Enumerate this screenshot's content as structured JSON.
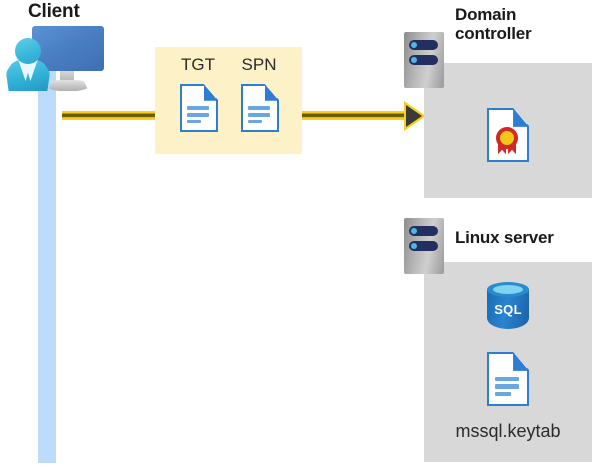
{
  "diagram": {
    "title": "Kerberos authentication flow: Client to Domain controller and Linux server",
    "colors": {
      "token_box_bg": "#fdf2c7",
      "panel_bg": "#d8d8d8",
      "arrow_yellow": "#f7cf1e",
      "arrow_core": "#6b5a06",
      "lifeline_blue": "#bddbfb",
      "doc_blue": "#2d7dd2",
      "monitor_blue": "#4a7fc4",
      "person_cyan": "#32b2d8",
      "sql_blue": "#2a84cf",
      "cert_red": "#cf2a27",
      "cert_gold": "#f5c61a",
      "server_navy": "#232f5e",
      "server_led": "#4fb6ea"
    }
  },
  "client": {
    "title": "Client",
    "icon": "user-monitor-icon",
    "lifeline": "client-lifeline"
  },
  "message": {
    "tokens": [
      {
        "label": "TGT",
        "icon": "document-icon"
      },
      {
        "label": "SPN",
        "icon": "document-icon"
      }
    ],
    "arrow": {
      "direction": "right",
      "from": "client",
      "to": "domain-controller",
      "icon": "arrow-right-icon"
    }
  },
  "domain_controller": {
    "title": "Domain controller",
    "server_icon": "server-rack-icon",
    "contents": [
      {
        "label": "",
        "icon": "certificate-icon"
      }
    ]
  },
  "linux_server": {
    "title": "Linux server",
    "server_icon": "server-rack-icon",
    "contents": [
      {
        "label": "SQL",
        "icon": "sql-database-icon"
      },
      {
        "label": "mssql.keytab",
        "icon": "document-icon"
      }
    ]
  }
}
